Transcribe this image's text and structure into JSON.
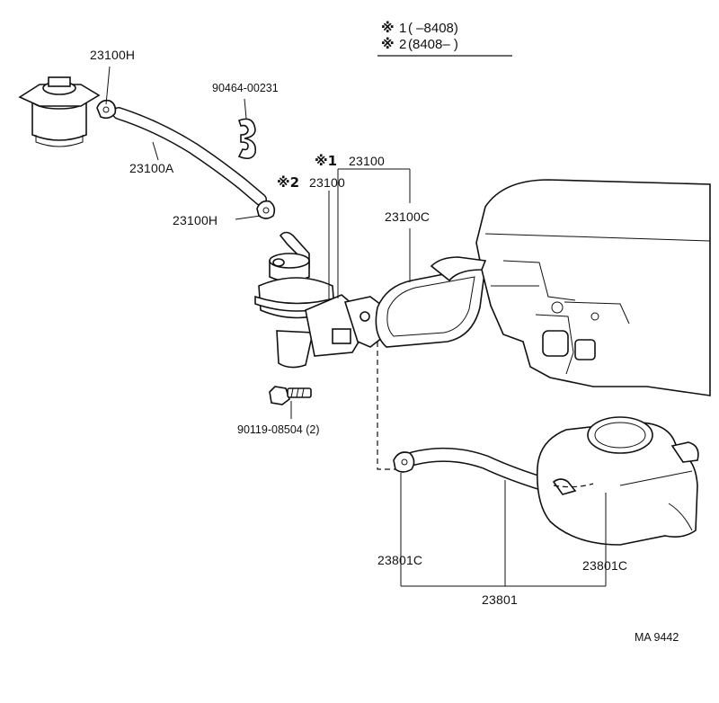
{
  "legend": [
    {
      "mark": "※",
      "num": "1",
      "range": "(      –8408)"
    },
    {
      "mark": "※",
      "num": "2",
      "range": "(8408–      )"
    }
  ],
  "labels": {
    "p23100h_top": "23100H",
    "p90464": "90464-00231",
    "p23100a": "23100A",
    "p23100h_bottom": "23100H",
    "mark1": "※1",
    "p23100_a": "23100",
    "mark2": "※2",
    "p23100_b": "23100",
    "p23100c": "23100C",
    "p90119": "90119-08504 (2)",
    "p23801c_left": "23801C",
    "p23801c_right": "23801C",
    "p23801": "23801"
  },
  "figure_code": "MA  9442"
}
